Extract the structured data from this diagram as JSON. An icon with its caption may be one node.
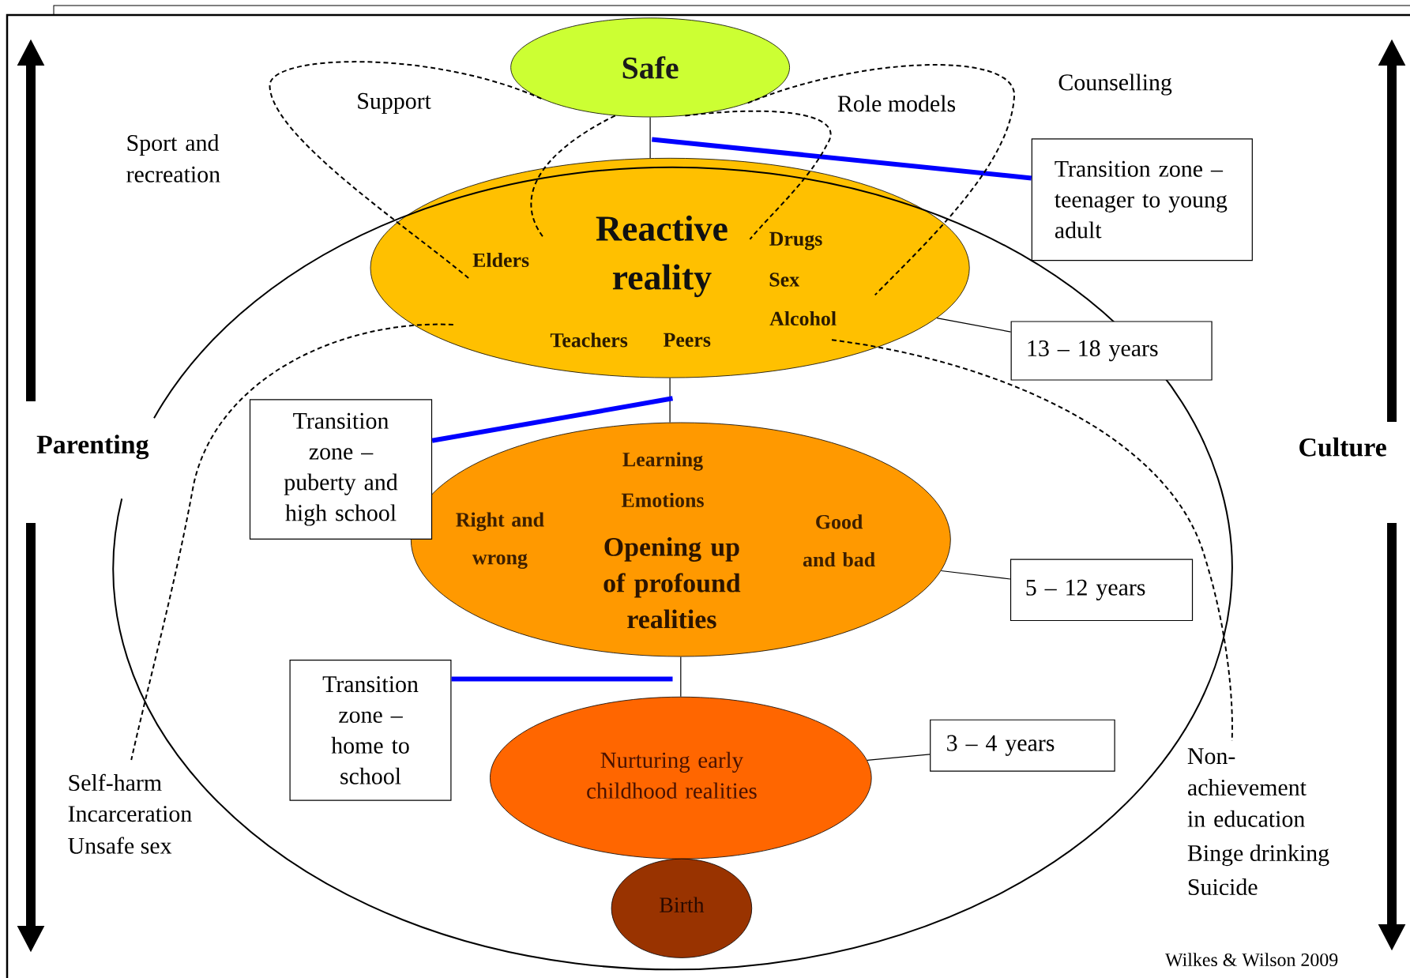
{
  "diagram": {
    "nodes": [
      {
        "text": [
          "Safe"
        ]
      },
      {
        "text": [
          "Transition zone – teenager to young adult"
        ]
      },
      {
        "text": [
          "Elders",
          "Reactive reality",
          "Drugs",
          "Sex",
          "Alcohol",
          "Teachers",
          "Peers"
        ]
      },
      {
        "text": [
          "13 – 18 years"
        ]
      },
      {
        "text": [
          "Transition zone – puberty and high school"
        ]
      },
      {
        "text": [
          "Learning",
          "Emotions",
          "Right and wrong",
          "Opening up of profound realities",
          "Good and bad"
        ]
      },
      {
        "text": [
          "5 – 12 years"
        ]
      },
      {
        "text": [
          "Transition zone – home to school"
        ]
      },
      {
        "text": [
          "Nurturing early childhood realities"
        ]
      },
      {
        "text": [
          "3 – 4 years"
        ]
      },
      {
        "text": [
          "Birth"
        ]
      }
    ],
    "edges": [
      {
        "from": 0,
        "to": 2,
        "arrow": "none"
      },
      {
        "from": 2,
        "to": 5,
        "arrow": "none"
      },
      {
        "from": 5,
        "to": 8,
        "arrow": "none"
      },
      {
        "from": 1,
        "to": null,
        "arrow": "none",
        "style": "thick",
        "color": "#0000ff"
      },
      {
        "from": 4,
        "to": null,
        "arrow": "none",
        "style": "thick",
        "color": "#0000ff"
      },
      {
        "from": 7,
        "to": null,
        "arrow": "none",
        "style": "thick",
        "color": "#0000ff"
      },
      {
        "from": 3,
        "to": 2,
        "arrow": "none"
      },
      {
        "from": 6,
        "to": 5,
        "arrow": "none"
      },
      {
        "from": 9,
        "to": 8,
        "arrow": "none"
      },
      {
        "from": 0,
        "to": 2,
        "arrow": "none",
        "style": "dashed"
      },
      {
        "from": 0,
        "to": 2,
        "arrow": "none",
        "style": "dashed"
      },
      {
        "from": 0,
        "to": 2,
        "arrow": "none",
        "style": "dashed"
      },
      {
        "from": 0,
        "to": 2,
        "arrow": "none",
        "style": "dashed"
      }
    ],
    "labels": [
      "Support",
      "Role models",
      "Counselling",
      "Sport and recreation",
      "Parenting",
      "Culture",
      "Self-harm",
      "Incarceration",
      "Unsafe sex",
      "Non-achievement in education",
      "Binge drinking",
      "Suicide",
      "Wilkes & Wilson 2009"
    ]
  }
}
